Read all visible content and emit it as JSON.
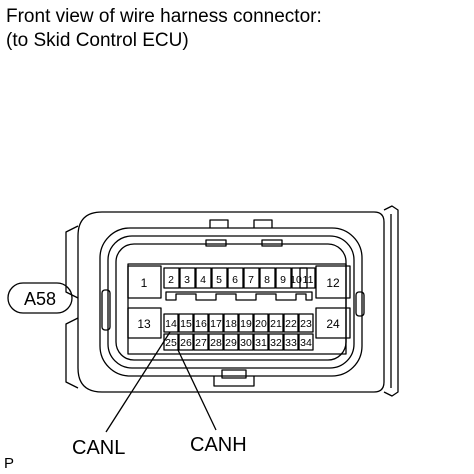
{
  "title_line1": "Front view of wire harness connector:",
  "title_line2": "(to Skid Control ECU)",
  "connector_code": "A58",
  "pins": {
    "p1": "1",
    "p2": "2",
    "p3": "3",
    "p4": "4",
    "p5": "5",
    "p6": "6",
    "p7": "7",
    "p8": "8",
    "p9": "9",
    "p10": "10",
    "p11": "11",
    "p12": "12",
    "p13": "13",
    "p14": "14",
    "p15": "15",
    "p16": "16",
    "p17": "17",
    "p18": "18",
    "p19": "19",
    "p20": "20",
    "p21": "21",
    "p22": "22",
    "p23": "23",
    "p24": "24",
    "p25": "25",
    "p26": "26",
    "p27": "27",
    "p28": "28",
    "p29": "29",
    "p30": "30",
    "p31": "31",
    "p32": "32",
    "p33": "33",
    "p34": "34"
  },
  "callouts": {
    "canl": "CANL",
    "canh": "CANH"
  },
  "corner_mark": "P"
}
